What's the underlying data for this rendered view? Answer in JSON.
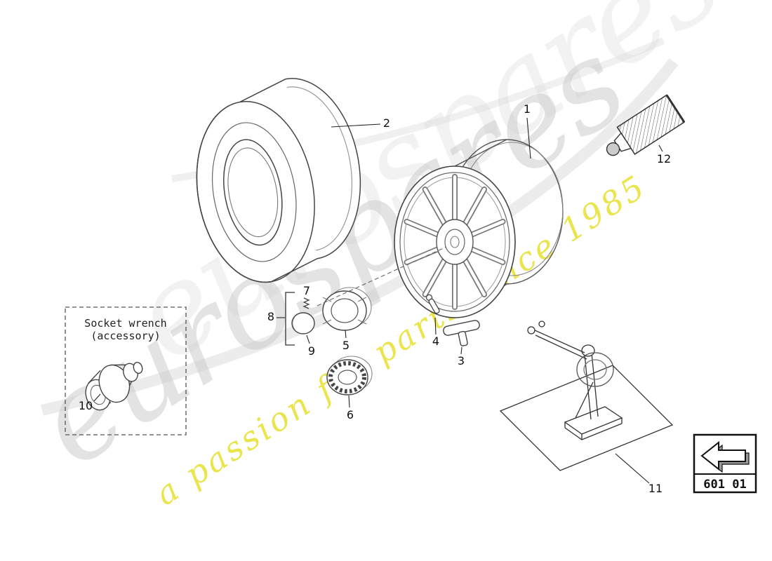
{
  "watermark": {
    "brand": "eurospares",
    "tagline": "a passion for parts since 1985",
    "brand_color": "#cfcfcf",
    "tagline_color": "#e8e23a"
  },
  "diagram": {
    "accessory_box": {
      "line1": "Socket wrench",
      "line2": "(accessory)"
    },
    "part_labels": [
      "1",
      "2",
      "3",
      "4",
      "5",
      "6",
      "7",
      "8",
      "9",
      "10",
      "11",
      "12"
    ],
    "nav": {
      "page_code": "601 01",
      "icon": "back-arrow-icon"
    }
  }
}
